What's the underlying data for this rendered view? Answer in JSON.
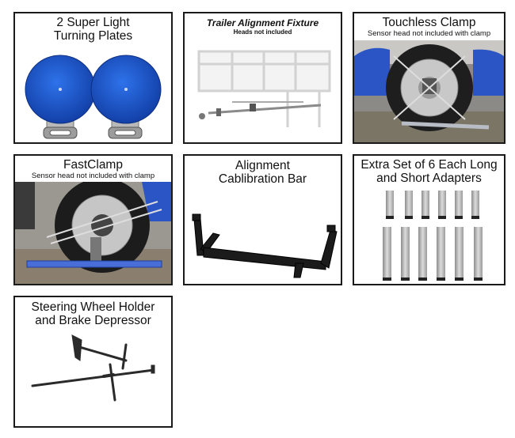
{
  "cards": [
    {
      "title_line1": "2 Super Light",
      "title_line2": "Turning Plates"
    },
    {
      "title": "Trailer Alignment Fixture",
      "subtitle": "Heads not included"
    },
    {
      "title": "Touchless Clamp",
      "subtitle": "Sensor head not included with clamp"
    },
    {
      "title": "FastClamp",
      "subtitle": "Sensor head not included with clamp"
    },
    {
      "title_line1": "Alignment",
      "title_line2": "Cablibration Bar"
    },
    {
      "title_line1": "Extra Set of 6 Each Long",
      "title_line2": "and Short Adapters"
    },
    {
      "title_line1": "Steering Wheel Holder",
      "title_line2": "and Brake Depressor"
    }
  ],
  "colors": {
    "plate_blue": "#1f5fd6",
    "border": "#1a1a1a",
    "truck_blue": "#2b55c4",
    "bar_black": "#1b1b1b"
  }
}
